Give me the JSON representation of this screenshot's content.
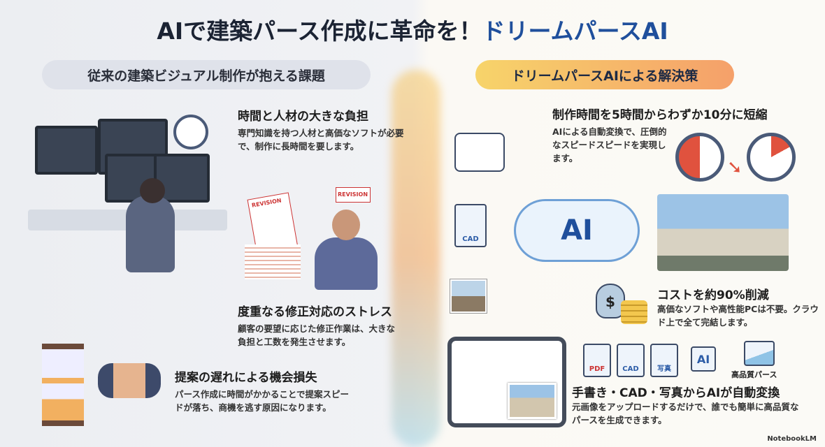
{
  "title": {
    "main": "AIで建築パース作成に革命を！",
    "highlight": "ドリームパースAI"
  },
  "left": {
    "heading": "従来の建築ビジュアル制作が抱える課題",
    "items": [
      {
        "title": "時間と人材の大きな負担",
        "text": "専門知識を持つ人材と高価なソフトが必要で、制作に長時間を要します。"
      },
      {
        "title": "度重なる修正対応のストレス",
        "text": "顧客の要望に応じた修正作業は、大きな負担と工数を発生させます。"
      },
      {
        "title": "提案の遅れによる機会損失",
        "text": "パース作成に時間がかかることで提案スピードが落ち、商機を逃す原因になります。"
      }
    ],
    "revision_labels": [
      "REVISION",
      "REVISION"
    ]
  },
  "right": {
    "heading": "ドリームパースAIによる解決策",
    "items": [
      {
        "title": "制作時間を5時間からわずか10分に短縮",
        "text": "AIによる自動変換で、圧倒的なスピードスピードを実現します。"
      },
      {
        "title": "コストを約90%削減",
        "text": "高価なソフトや高性能PCは不要。クラウド上で全て完結します。"
      },
      {
        "title": "手書き・CAD・写真からAIが自動変換",
        "text": "元画像をアップロードするだけで、誰でも簡単に高品質なパースを生成できます。"
      }
    ],
    "cloud_label": "AI",
    "cad_label": "CAD",
    "flow_icons": [
      "PDF",
      "CAD",
      "写真",
      "AI",
      "高品質パース"
    ],
    "colors": {
      "accent": "#1f4f9c",
      "red": "#e0523e"
    }
  },
  "footer": "NotebookLM"
}
